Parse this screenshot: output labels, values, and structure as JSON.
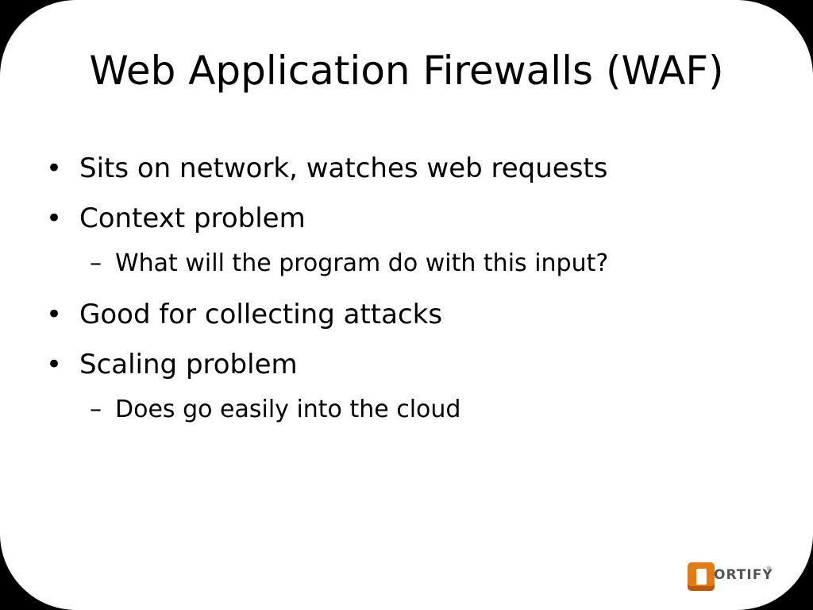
{
  "slide": {
    "title": "Web Application Firewalls (WAF)",
    "bullet_mark": "•",
    "sub_mark": "–",
    "bullets": [
      {
        "text": "Sits on network, watches web requests",
        "sub": []
      },
      {
        "text": "Context problem",
        "sub": [
          "What will the program do with this input?"
        ]
      },
      {
        "text": "Good for collecting attacks",
        "sub": []
      },
      {
        "text": "Scaling problem",
        "sub": [
          "Does go easily into the cloud"
        ]
      }
    ]
  },
  "logo": {
    "text": "FORTIFY",
    "word": "ORTIFY",
    "trademark": "®",
    "accent_color": "#e07b1a"
  },
  "colors": {
    "background": "#000000",
    "slide": "#ffffff",
    "text": "#000000"
  }
}
